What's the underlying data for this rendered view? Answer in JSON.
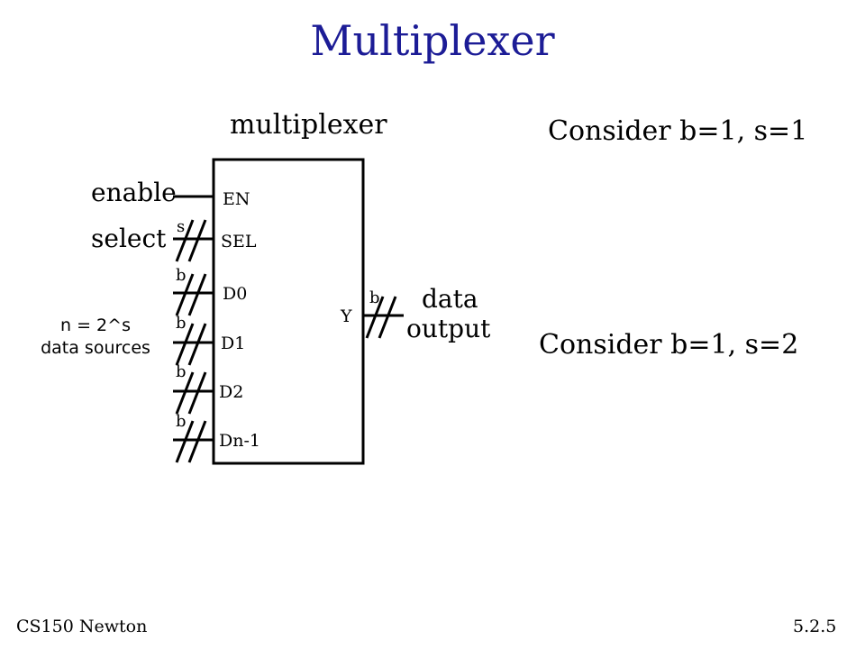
{
  "title": "Multiplexer",
  "block": {
    "caption": "multiplexer",
    "ports": {
      "en": "EN",
      "sel": "SEL",
      "d0": "D0",
      "d1": "D1",
      "d2": "D2",
      "dn": "Dn-1",
      "y": "Y"
    }
  },
  "labels": {
    "enable": "enable",
    "select": "select",
    "sources_line1": "n = 2^s",
    "sources_line2": "data sources",
    "output_line1": "data",
    "output_line2": "output"
  },
  "bus_widths": {
    "sel": "s",
    "d0": "b",
    "d1": "b",
    "d2": "b",
    "dn": "b",
    "y": "b"
  },
  "notes": {
    "consider1": "Consider b=1, s=1",
    "consider2": "Consider b=1, s=2"
  },
  "footer": {
    "left": "CS150 Newton",
    "right": "5.2.5"
  },
  "colors": {
    "title": "#1c1c96",
    "ink": "#000000"
  }
}
